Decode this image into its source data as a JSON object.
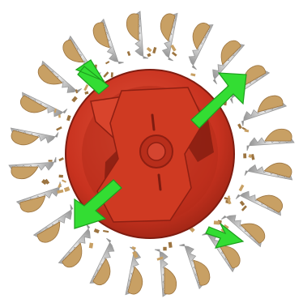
{
  "colors": {
    "background": "#ffffff",
    "rotor_red": "#c8321f",
    "rotor_dark": "#8e1f12",
    "rotor_highlight": "#e0583f",
    "blade_steel": "#b8b8b8",
    "blade_edge": "#eeeeee",
    "wood_chip": "#c8a064",
    "wood_chip_dark": "#9c7440",
    "arrow_green": "#33dd33",
    "arrow_green_dark": "#1e9e1e"
  },
  "scene": {
    "subject": "rotor",
    "blade_count": 24,
    "arrow_count": 4
  }
}
